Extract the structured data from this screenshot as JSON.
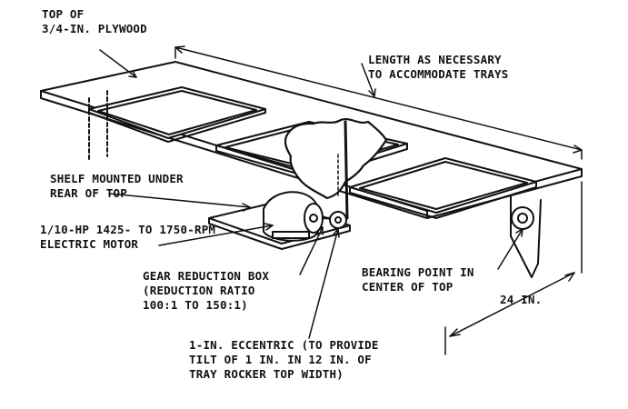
{
  "labels": {
    "top_of_plywood": [
      "TOP OF",
      "3/4-IN. PLYWOOD"
    ],
    "length": [
      "LENGTH AS NECESSARY",
      "TO ACCOMMODATE TRAYS"
    ],
    "shelf": [
      "SHELF MOUNTED UNDER",
      "REAR OF TOP"
    ],
    "motor": [
      "1/10-HP 1425- TO 1750-RPM",
      "ELECTRIC MOTOR"
    ],
    "gear_box": [
      "GEAR REDUCTION BOX",
      "(REDUCTION RATIO",
      "100:1 TO 150:1)"
    ],
    "bearing": [
      "BEARING POINT IN",
      "CENTER OF TOP"
    ],
    "width": "24 IN.",
    "eccentric": [
      "1-IN. ECCENTRIC (TO PROVIDE",
      "TILT OF 1 IN. IN 12 IN. OF",
      "TRAY ROCKER TOP WIDTH)"
    ]
  },
  "colors": {
    "ink": "#111111",
    "paper": "#ffffff"
  }
}
